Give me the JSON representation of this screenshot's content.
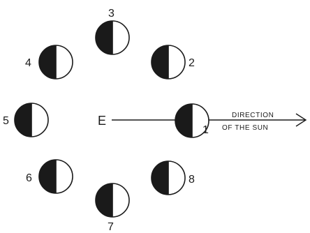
{
  "earth_label": "E",
  "direction": {
    "line1": "DIRECTION",
    "line2": "OF THE SUN"
  },
  "moons": [
    {
      "number": "1"
    },
    {
      "number": "2"
    },
    {
      "number": "3"
    },
    {
      "number": "4"
    },
    {
      "number": "5"
    },
    {
      "number": "6"
    },
    {
      "number": "7"
    },
    {
      "number": "8"
    }
  ],
  "colors": {
    "ink": "#1a1a1a",
    "paper": "#ffffff"
  }
}
